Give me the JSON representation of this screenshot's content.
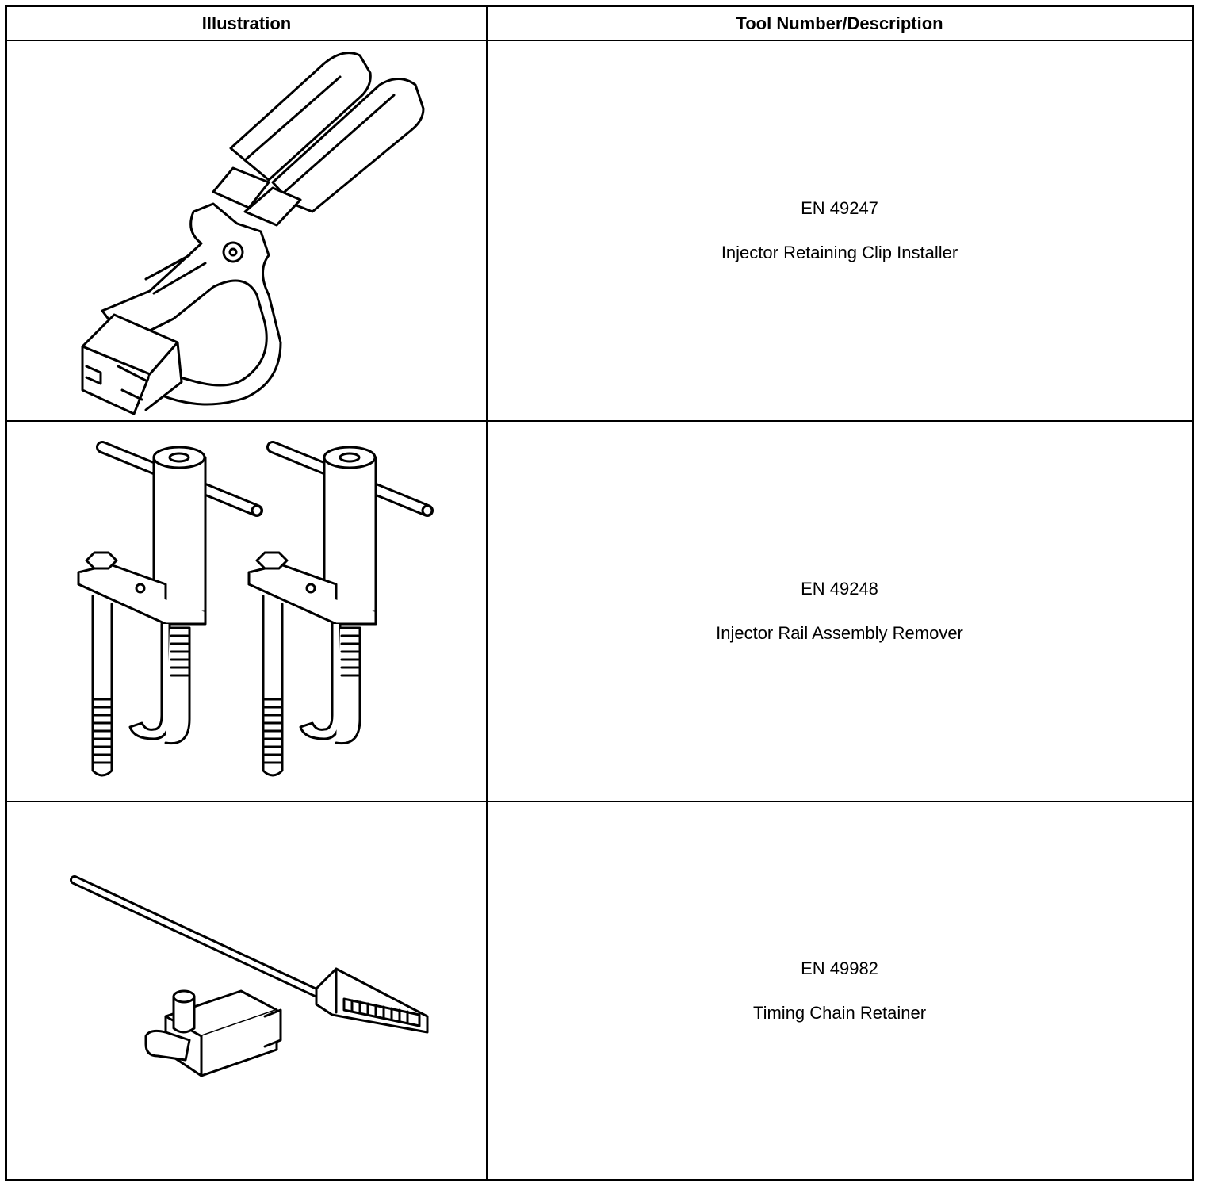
{
  "header": {
    "illustration": "Illustration",
    "description": "Tool Number/Description"
  },
  "rows": [
    {
      "number": "EN 49247",
      "description": "Injector Retaining Clip Installer",
      "icon": "clip-installer-pliers-icon"
    },
    {
      "number": "EN 49248",
      "description": "Injector Rail Assembly Remover",
      "icon": "rail-remover-tool-icon"
    },
    {
      "number": "EN 49982",
      "description": "Timing Chain Retainer",
      "icon": "timing-chain-retainer-icon"
    }
  ]
}
